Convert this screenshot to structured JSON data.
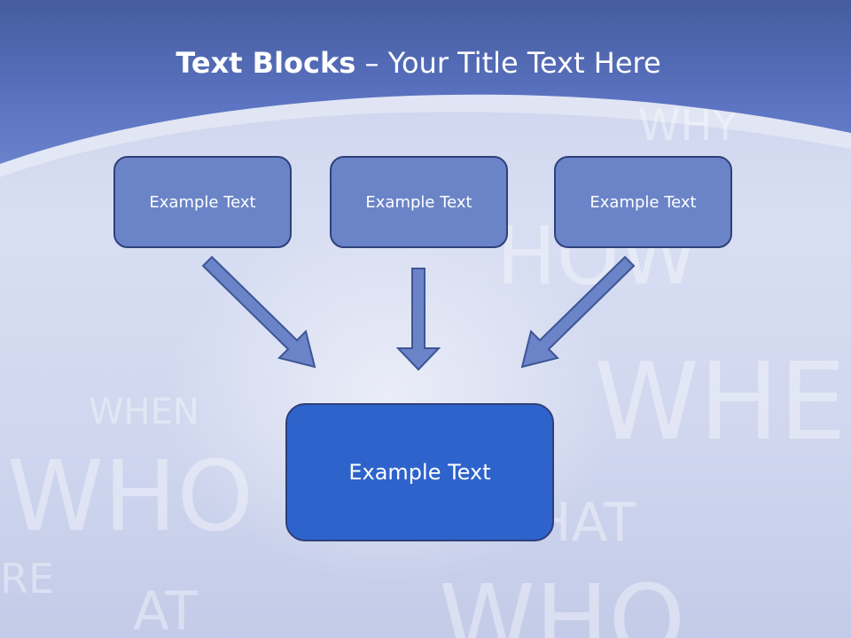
{
  "title": {
    "bold": "Text Blocks",
    "dash": "–",
    "rest": "Your Title Text Here"
  },
  "boxes": {
    "top_left": "Example Text",
    "top_middle": "Example Text",
    "top_right": "Example Text",
    "bottom": "Example Text"
  },
  "colors": {
    "header": "#5a72c0",
    "box_fill": "#6b84c8",
    "box_border": "#2e4079",
    "target_fill": "#2f63cc",
    "arrow_fill": "#6b84c8"
  },
  "background_words": [
    "WHO",
    "WHE",
    "WHO",
    "HOW",
    "WHY",
    "WHEN",
    "RE",
    "AT",
    "WHAT"
  ]
}
